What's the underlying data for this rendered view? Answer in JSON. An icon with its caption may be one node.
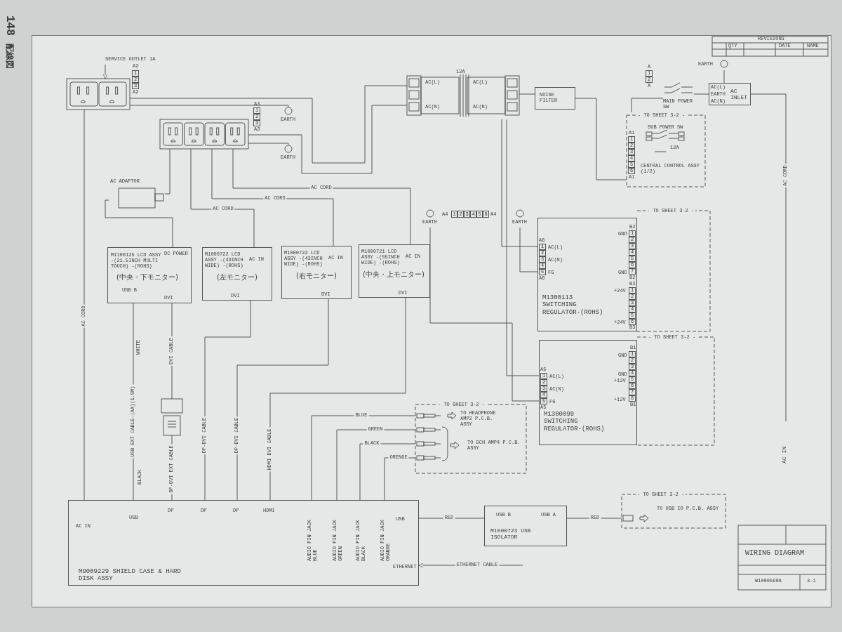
{
  "diagram": {
    "nodes": [
      {
        "text": [
          "SERVICE OUTLET 1A"
        ]
      },
      {
        "text": [],
        "shape": "box"
      },
      {
        "text": [],
        "shape": "box"
      },
      {
        "text": [
          "AC ADAPTOR"
        ]
      },
      {
        "text": [
          "12A",
          "AC(L)",
          "AC(N)",
          "AC(L)",
          "AC(N)"
        ]
      },
      {
        "text": [
          "NOISE FILTER"
        ]
      },
      {
        "text": [
          "MAIN POWER SW"
        ]
      },
      {
        "text": [
          "AC(L)",
          "EARTH",
          "AC(N)",
          "AC INLET"
        ]
      },
      {
        "text": [
          "- TO SHEET 3-2 -",
          "SUB POWER SW",
          "12A",
          "CENTRAL CONTROL ASSY (1/2)"
        ]
      },
      {
        "text": [
          "M1100125 LCD ASSY -(21.5INCH MULTI TOUCH) -(ROHS)",
          "DC POWER",
          "(中央・下モニター)",
          "USB B",
          "DVI"
        ]
      },
      {
        "text": [
          "M1000722 LCD ASSY -(43INCH WIDE) -(ROHS)",
          "AC IN",
          "(左モニター)",
          "DVI"
        ]
      },
      {
        "text": [
          "M1000722 LCD ASSY -(43INCH WIDE) -(ROHS)",
          "AC IN",
          "(右モニター)",
          "DVI"
        ]
      },
      {
        "text": [
          "M1000721 LCD ASSY -(55INCH WIDE) -(ROHS)",
          "AC IN",
          "(中央・上モニター)",
          "DVI"
        ]
      },
      {
        "text": [
          "AC(L)",
          "AC(N)",
          "FG",
          "GND",
          "GND",
          "+24V",
          "+24V",
          "M1300113 SWITCHING REGULATOR-(ROHS)"
        ]
      },
      {
        "text": [
          "- TO SHEET 3-2 -"
        ]
      },
      {
        "text": [
          "AC(L)",
          "AC(N)",
          "FG",
          "GND",
          "GND",
          "+12V",
          "+12V",
          "M1300099 SWITCHING REGULATOR-(ROHS)"
        ]
      },
      {
        "text": [
          "- TO SHEET 3-2 -"
        ]
      },
      {
        "text": [
          "- TO SHEET 3-2 -",
          "TO HEADPHONE AMP2 P.C.B. ASSY",
          "TO 5CH AMP4 P.C.B. ASSY"
        ]
      },
      {
        "text": [
          "AC IN",
          "USB",
          "DP",
          "DP",
          "DP",
          "HDMI",
          "AUDIO PIN JACK BLUE",
          "AUDIO PIN JACK GREEN",
          "AUDIO PIN JACK BLACK",
          "AUDIO PIN JACK ORANGE",
          "USB",
          "ETHERNET",
          "M9009229 SHIELD CASE & HARD DISK ASSY"
        ]
      },
      {
        "text": [
          "USB B",
          "USB A",
          "M1000723 USB ISOLATOR"
        ]
      },
      {
        "text": [
          "- TO SHEET 3-2 -",
          "TO USB IO P.C.B. ASSY"
        ]
      },
      {
        "text": [],
        "shape": "box"
      },
      {
        "text": [
          "EARTH"
        ]
      },
      {
        "text": [
          "EARTH"
        ]
      },
      {
        "text": [
          "EARTH"
        ]
      },
      {
        "text": [
          "EARTH"
        ]
      },
      {
        "text": [
          "EARTH"
        ]
      }
    ],
    "edges": [
      {
        "from": 0,
        "to": 1,
        "arrow": "to"
      },
      {
        "from": 1,
        "to": 4,
        "arrow": "none"
      },
      {
        "from": 2,
        "to": 4,
        "arrow": "none"
      },
      {
        "from": 1,
        "to": 22,
        "arrow": "none"
      },
      {
        "from": 2,
        "to": 23,
        "arrow": "none"
      },
      {
        "from": 4,
        "to": 5,
        "arrow": "none"
      },
      {
        "from": 5,
        "to": 8,
        "arrow": "none"
      },
      {
        "from": 8,
        "to": 6,
        "arrow": "none"
      },
      {
        "from": 6,
        "to": 7,
        "arrow": "none"
      },
      {
        "from": 7,
        "to": 24,
        "arrow": "none"
      },
      {
        "from": 4,
        "to": 13,
        "arrow": "none"
      },
      {
        "from": 4,
        "to": 15,
        "arrow": "none"
      },
      {
        "from": 26,
        "to": 13,
        "arrow": "none"
      },
      {
        "from": 25,
        "to": 15,
        "arrow": "none"
      },
      {
        "from": 2,
        "to": 3,
        "arrow": "none"
      },
      {
        "from": 3,
        "to": 9,
        "arrow": "none"
      },
      {
        "from": 2,
        "to": 10,
        "label": "AC CORD",
        "arrow": "none"
      },
      {
        "from": 2,
        "to": 11,
        "label": "AC CORD",
        "arrow": "none"
      },
      {
        "from": 2,
        "to": 12,
        "label": "AC CORD",
        "arrow": "none"
      },
      {
        "from": 1,
        "to": 18,
        "label": "AC CORD",
        "arrow": "none"
      },
      {
        "from": 7,
        "to": null,
        "label": "AC CORD",
        "arrow": "none"
      },
      {
        "from": 9,
        "to": 18,
        "label": "USB EXT CABLE-(AA)(1.8M)",
        "arrow": "none"
      },
      {
        "from": 9,
        "to": 21,
        "label": "DVI CABLE",
        "arrow": "none"
      },
      {
        "from": 21,
        "to": 18,
        "label": "DP-DVI EXT CABLE",
        "arrow": "none"
      },
      {
        "from": 10,
        "to": 18,
        "label": "DP-DVI CABLE",
        "arrow": "none"
      },
      {
        "from": 11,
        "to": 18,
        "label": "DP-DVI CABLE",
        "arrow": "none"
      },
      {
        "from": 12,
        "to": 18,
        "label": "HDMI DVI CABLE",
        "arrow": "none"
      },
      {
        "from": 18,
        "to": 17,
        "label": "BLUE",
        "arrow": "none"
      },
      {
        "from": 18,
        "to": 17,
        "label": "GREEN",
        "arrow": "none"
      },
      {
        "from": 18,
        "to": 17,
        "label": "BLACK",
        "arrow": "none"
      },
      {
        "from": 18,
        "to": 17,
        "label": "ORENGE",
        "arrow": "none"
      },
      {
        "from": 18,
        "to": 19,
        "label": "RED",
        "arrow": "none"
      },
      {
        "from": 19,
        "to": 20,
        "label": "RED",
        "arrow": "none"
      },
      {
        "from": null,
        "to": 18,
        "label": "ETHERNET CABLE",
        "arrow": "to"
      }
    ],
    "labels": [
      "148",
      "配線図",
      "REVISIONS",
      "QTY",
      "DATE",
      "NAME",
      "A2",
      "1 2 3",
      "A2",
      "A3",
      "1 2 3",
      "A3",
      "A",
      "1 2",
      "A",
      "A1",
      "1 2 3 4 5 6",
      "A1",
      "A4",
      "1 2 3 4 5 6",
      "A4",
      "A6",
      "1 2 3 4 5",
      "A6",
      "B2",
      "1 2 3 4 5 6 7",
      "B2",
      "B3",
      "1 2 3 4 5 6",
      "B3",
      "A5",
      "1 2 3 4 5",
      "A5",
      "B1",
      "1 2 3 4 5 6 7 8",
      "B1",
      "WHITE",
      "BLACK",
      "AC IN",
      "WIRING DIAGRAM",
      "W1000590A",
      "3-1"
    ]
  }
}
